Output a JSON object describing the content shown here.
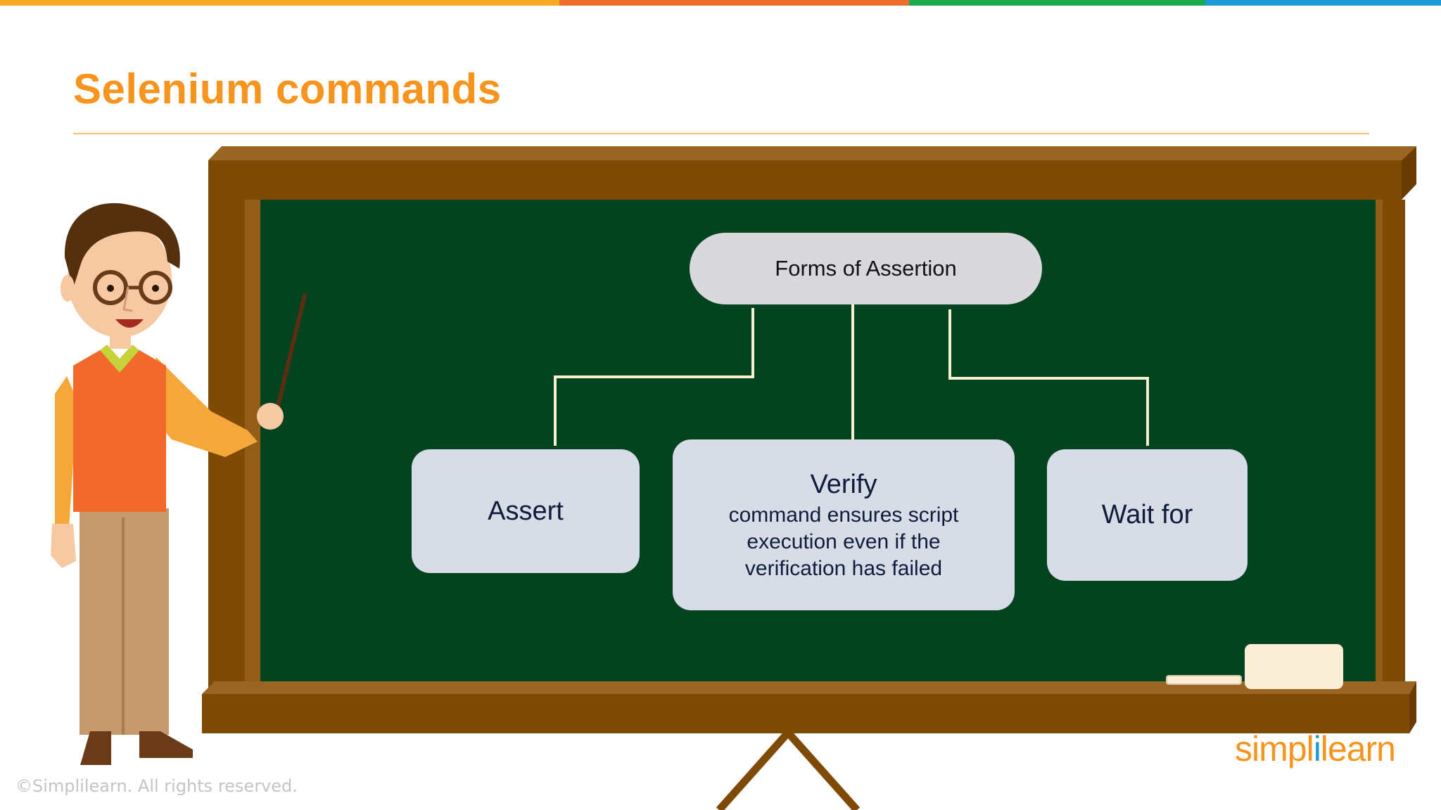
{
  "slide": {
    "title": "Selenium commands",
    "footer": "©Simplilearn. All rights reserved."
  },
  "brand": {
    "logo_part1": "simpl",
    "logo_part2": "i",
    "logo_part3": "learn",
    "orange": "#f7941d",
    "blue": "#1e9bd7"
  },
  "colors": {
    "topbar": [
      "#f7a823",
      "#ef6c2f",
      "#1aaa4f",
      "#1e9bd7"
    ],
    "board": "#04431f",
    "frame": "#7e4a05",
    "node_fill": "#d7dce7",
    "root_fill": "#d9d8dc"
  },
  "diagram": {
    "root": "Forms of Assertion",
    "children": [
      {
        "label": "Assert"
      },
      {
        "label": "Verify",
        "description": "command ensures script execution even if the verification has failed"
      },
      {
        "label": "Wait for"
      }
    ]
  }
}
